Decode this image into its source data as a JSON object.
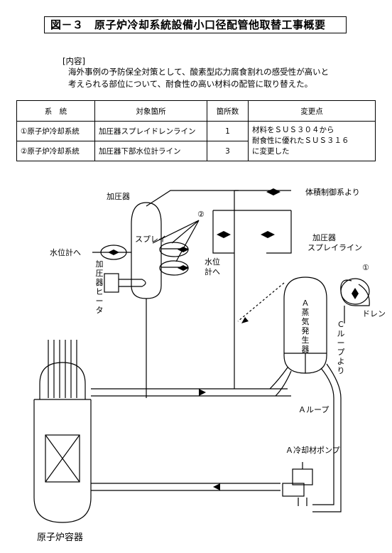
{
  "title": "図－３　原子炉冷却系統設備小口径配管他取替工事概要",
  "content_heading": "[内容]",
  "content_lines": [
    "海外事例の予防保全対策として、酸素型応力腐食割れの感受性が高いと",
    "考えられる部位について、耐食性の高い材料の配管に取り替えた。"
  ],
  "table": {
    "headers": [
      "系　統",
      "対象箇所",
      "箇所数",
      "変更点"
    ],
    "rows": [
      {
        "system": "①原子炉冷却系統",
        "location": "加圧器スプレイドレンライン",
        "count": "1"
      },
      {
        "system": "②原子炉冷却系統",
        "location": "加圧器下部水位計ライン",
        "count": "3"
      }
    ],
    "change_lines": [
      "材料をＳＵＳ３０４から",
      "耐食性に優れたＳＵＳ３１６",
      "に変更した"
    ]
  },
  "labels": {
    "pressurizer": "加圧器",
    "spray": "スプレイ",
    "to_level_gauge": "水位計へ",
    "heater": [
      "加",
      "圧",
      "器",
      "ヒ",
      "ー",
      "タ"
    ],
    "level_gauge_v": [
      "水位",
      "計へ"
    ],
    "circle1": "①",
    "circle2": "②",
    "from_volume_control": "体積制御系より",
    "spray_line": [
      "加圧器",
      "スプレイライン"
    ],
    "sg_v": [
      "Ａ",
      "蒸",
      "気",
      "発",
      "生",
      "器"
    ],
    "drain": "ドレン",
    "from_c_loop_v": [
      "Ｃ",
      "ル",
      "ー",
      "プ",
      "よ",
      "り"
    ],
    "a_loop": "Ａループ",
    "a_pump": "Ａ冷却材ポンプ",
    "reactor_vessel": "原子炉容器"
  }
}
